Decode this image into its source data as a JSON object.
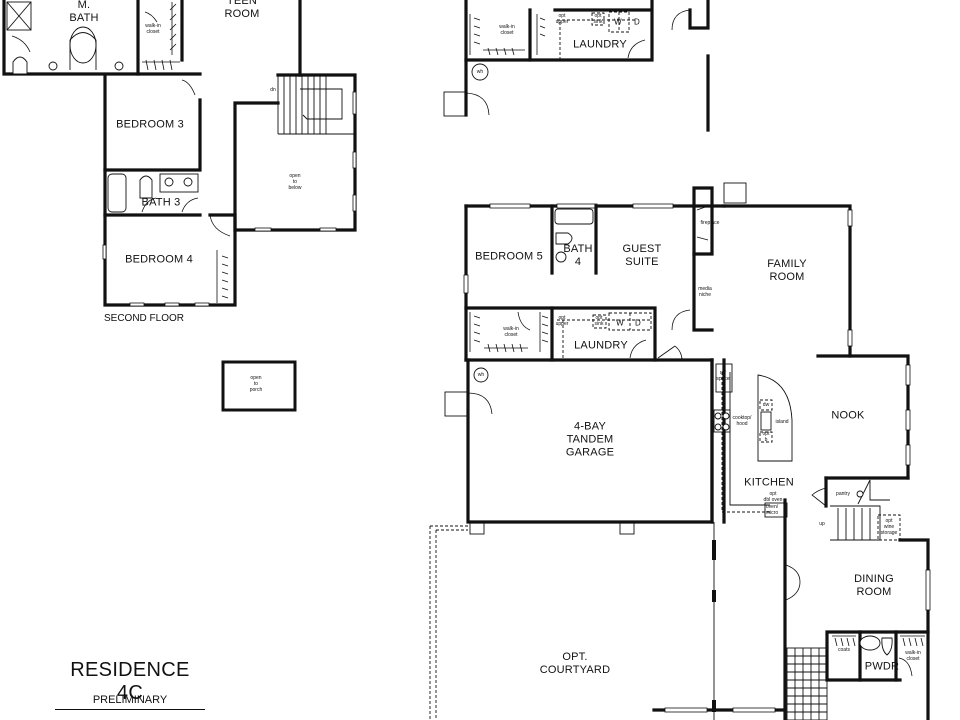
{
  "plan": {
    "title": "RESIDENCE 4C",
    "subtitle": "PRELIMINARY",
    "second_floor_label": "SECOND FLOOR",
    "colors": {
      "ink": "#111111",
      "paper": "#ffffff"
    }
  },
  "second_floor": {
    "rooms": {
      "m_bath": "M.\nBATH",
      "teen_room": "TEEN\nROOM",
      "bedroom_3": "BEDROOM 3",
      "bath_3": "BATH 3",
      "bedroom_4": "BEDROOM 4"
    },
    "notes": {
      "walk_in_closet": "walk-in\ncloset",
      "dn": "dn",
      "open_to_below": "open\nto\nbelow",
      "open_to_porch": "open\nto\nporch"
    }
  },
  "first_floor": {
    "rooms": {
      "laundry_top": "LAUNDRY",
      "bedroom_5": "BEDROOM 5",
      "bath_4": "BATH\n4",
      "guest_suite": "GUEST\nSUITE",
      "family_room": "FAMILY\nROOM",
      "laundry": "LAUNDRY",
      "garage": "4-BAY\nTANDEM\nGARAGE",
      "nook": "NOOK",
      "kitchen": "KITCHEN",
      "dining_room": "DINING\nROOM",
      "courtyard": "OPT.\nCOURTYARD",
      "pwdr": "PWDR"
    },
    "notes": {
      "walk_in_closet_top": "walk-in\ncloset",
      "opt_upper_top": "opt\nupper",
      "opt_sink_top": "opt\nsink",
      "w_top": "W",
      "d_top": "D",
      "wh_top": "wh",
      "fireplace": "fireplace",
      "media_niche": "media\nniche",
      "walk_in_closet": "walk-in\ncloset",
      "opt_upper": "opt\nupper",
      "opt_sink": "opt\nsink",
      "w": "W",
      "d": "D",
      "wh": "wh",
      "ref_space": "ref\nspace",
      "cooktop_hood": "cooktop/\nhood",
      "dw": "dw",
      "island": "island",
      "opt_b": "opt\nb",
      "opt_dbl_oven": "opt\ndbl oven",
      "oven_micro": "oven/\nmicro",
      "pantry": "pantry",
      "up": "up",
      "opt_wine_storage": "opt\nwine\nstorage",
      "coats": "coats",
      "walk_in_closet_pwdr": "walk-in\ncloset"
    }
  }
}
